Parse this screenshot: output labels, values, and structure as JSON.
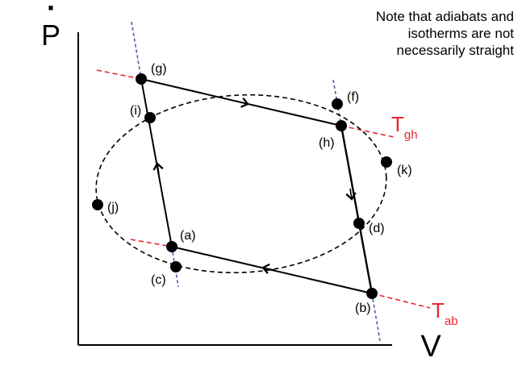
{
  "axes": {
    "y_label": "P",
    "y_label_dot": "·",
    "x_label": "V"
  },
  "note": {
    "lines": [
      "Note that adiabats and",
      "isotherms are not",
      "necessarily straight"
    ]
  },
  "temperatures": {
    "gh": {
      "main": "T",
      "sub": "gh"
    },
    "ab": {
      "main": "T",
      "sub": "ab"
    }
  },
  "points": {
    "a": "(a)",
    "b": "(b)",
    "c": "(c)",
    "d": "(d)",
    "f": "(f)",
    "g": "(g)",
    "h": "(h)",
    "i": "(i)",
    "j": "(j)",
    "k": "(k)"
  },
  "colors": {
    "axis": "#000000",
    "cycle": "#000000",
    "isotherm": "#e8262b",
    "adiabat": "#4a5fa8",
    "label_red": "#e8262b"
  }
}
